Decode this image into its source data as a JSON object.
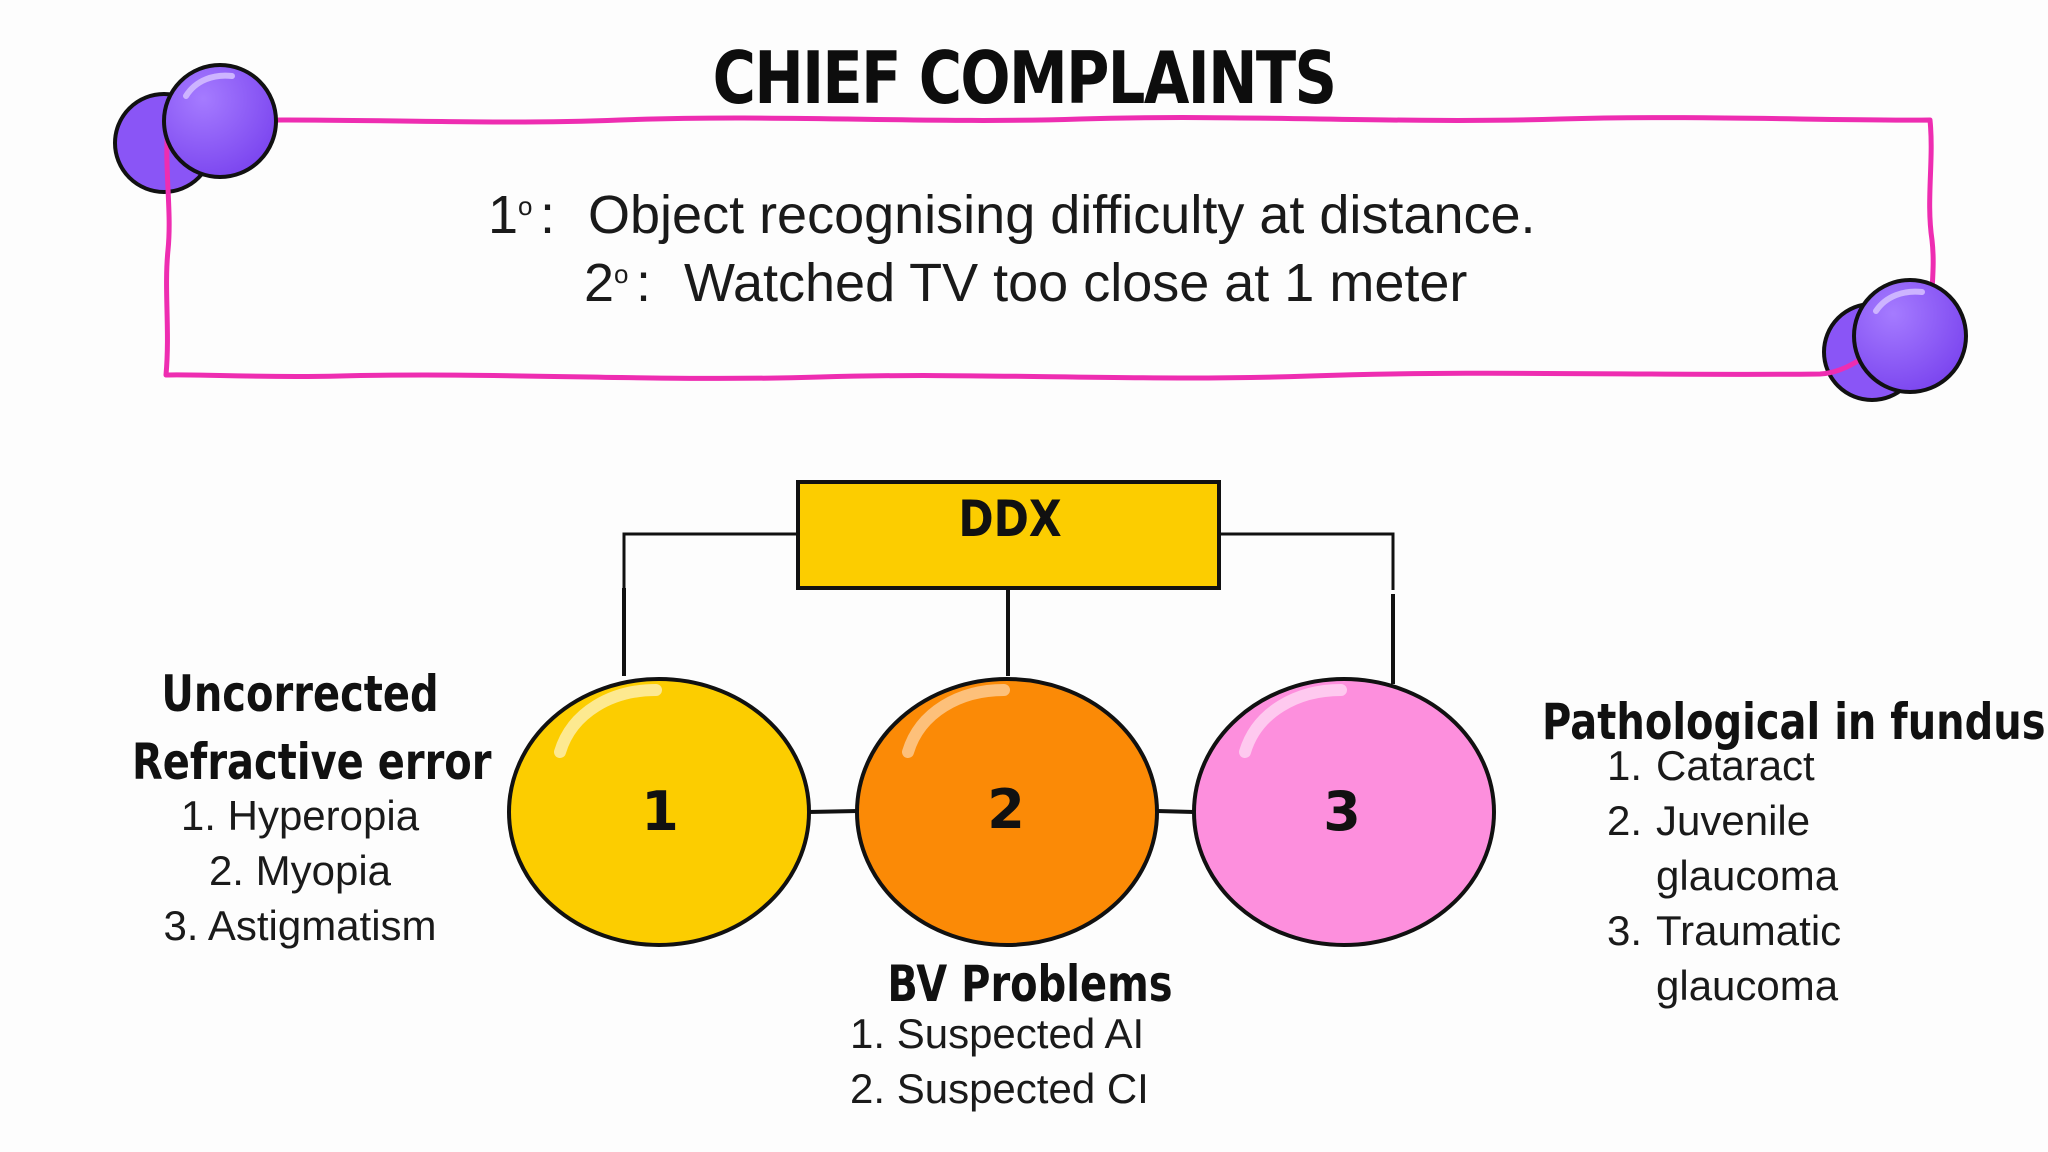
{
  "title": "CHIEF COMPLAINTS",
  "complaints": [
    {
      "ordinal": "1",
      "sup": "o",
      "separator": ":",
      "text": "Object recognising difficulty at distance."
    },
    {
      "ordinal": "2",
      "sup": "o",
      "separator": ":",
      "text": "Watched TV too close at 1 meter"
    }
  ],
  "ddx": {
    "label": "DDX",
    "circles": [
      {
        "number": "1",
        "color": "#FCCD00"
      },
      {
        "number": "2",
        "color": "#FB8A06"
      },
      {
        "number": "3",
        "color": "#FD8FDD"
      }
    ]
  },
  "groups": {
    "refractive": {
      "title_line1": "Uncorrected",
      "title_line2": "Refractive error",
      "items": [
        "1. Hyperopia",
        "2. Myopia",
        "3. Astigmatism"
      ]
    },
    "bv": {
      "title": "BV Problems",
      "items": [
        "1. Suspected AI",
        "2. Suspected CI"
      ]
    },
    "fundus": {
      "title": "Pathological in fundus",
      "items": [
        {
          "num": "1.",
          "line1": "Cataract",
          "line2": ""
        },
        {
          "num": "2.",
          "line1": "Juvenile",
          "line2": "glaucoma"
        },
        {
          "num": "3.",
          "line1": "Traumatic",
          "line2": "glaucoma"
        }
      ]
    }
  },
  "colors": {
    "frame": "#EE2DB1",
    "bubble": "#8A55F6",
    "ddx_box": "#FCCD00"
  }
}
